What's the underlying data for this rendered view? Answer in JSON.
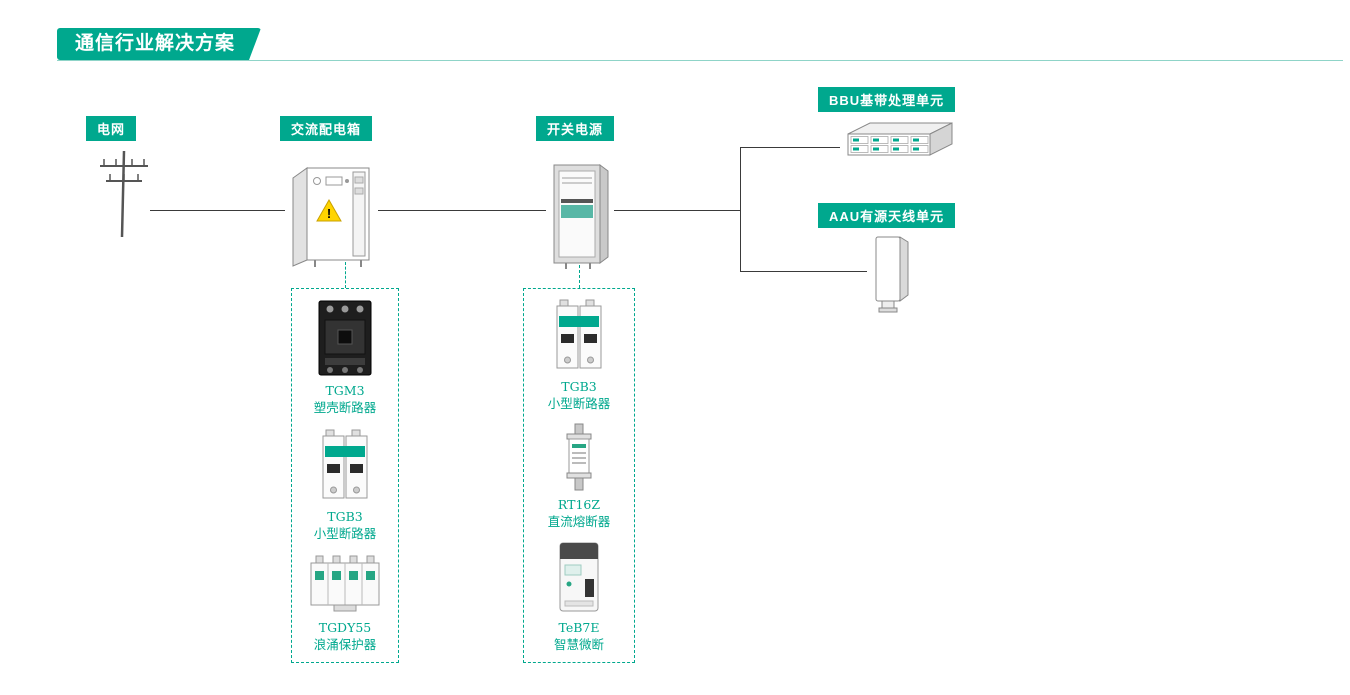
{
  "page": {
    "title": "通信行业解决方案"
  },
  "colors": {
    "accent": "#00a88e",
    "line": "#3a3a3a",
    "warning": "#ffd400"
  },
  "nodes": {
    "grid": {
      "label": "电网"
    },
    "distribution_box": {
      "label": "交流配电箱"
    },
    "switching_power": {
      "label": "开关电源"
    },
    "bbu": {
      "label": "BBU基带处理单元"
    },
    "aau": {
      "label": "AAU有源天线单元"
    }
  },
  "product_groups": {
    "distribution_box": {
      "products": [
        {
          "model": "TGM3",
          "name": "塑壳断路器"
        },
        {
          "model": "TGB3",
          "name": "小型断路器"
        },
        {
          "model": "TGDY55",
          "name": "浪涌保护器"
        }
      ]
    },
    "switching_power": {
      "products": [
        {
          "model": "TGB3",
          "name": "小型断路器"
        },
        {
          "model": "RT16Z",
          "name": "直流熔断器"
        },
        {
          "model": "TeB7E",
          "name": "智慧微断"
        }
      ]
    }
  }
}
